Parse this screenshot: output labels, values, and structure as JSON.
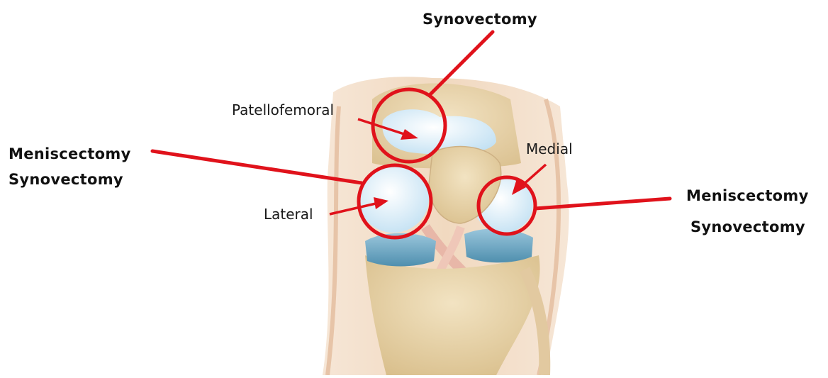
{
  "callouts": {
    "top": "Synovectomy",
    "left_line1": "Meniscectomy",
    "left_line2": "Synovectomy",
    "right_line1": "Meniscectomy",
    "right_line2": "Synovectomy"
  },
  "regions": {
    "patellofemoral": "Patellofemoral",
    "medial": "Medial",
    "lateral": "Lateral"
  },
  "colors": {
    "highlight": "#e0121b",
    "cartilage": "#dcefff",
    "meniscus": "#6fa8c4",
    "bone": "#ead6ae",
    "skin": "#f3dcc6"
  }
}
